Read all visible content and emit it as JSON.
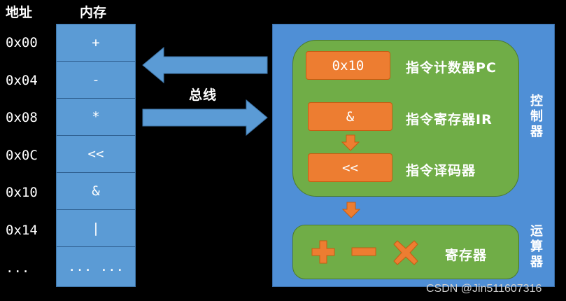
{
  "headers": {
    "address": "地址",
    "memory": "内存"
  },
  "addresses": [
    "0x00",
    "0x04",
    "0x08",
    "0x0C",
    "0x10",
    "0x14",
    "..."
  ],
  "memory_cells": [
    "+",
    "-",
    "*",
    "<<",
    "&",
    "|",
    "... ..."
  ],
  "bus_label": "总线",
  "controller": {
    "label": "控制器",
    "pc_value": "0x10",
    "pc_label": "指令计数器PC",
    "ir_value": "&",
    "ir_label": "指令寄存器IR",
    "decoder_value": "<<",
    "decoder_label": "指令译码器"
  },
  "alu": {
    "label": "运算器",
    "register_label": "寄存器",
    "icons": [
      "plus-icon",
      "minus-icon",
      "multiply-icon"
    ]
  },
  "colors": {
    "memory_blue": "#5b9bd5",
    "cpu_blue": "#4f8fd6",
    "green": "#70ad47",
    "orange": "#ed7d31",
    "background": "#000000"
  },
  "watermark": "CSDN @Jin511607316"
}
